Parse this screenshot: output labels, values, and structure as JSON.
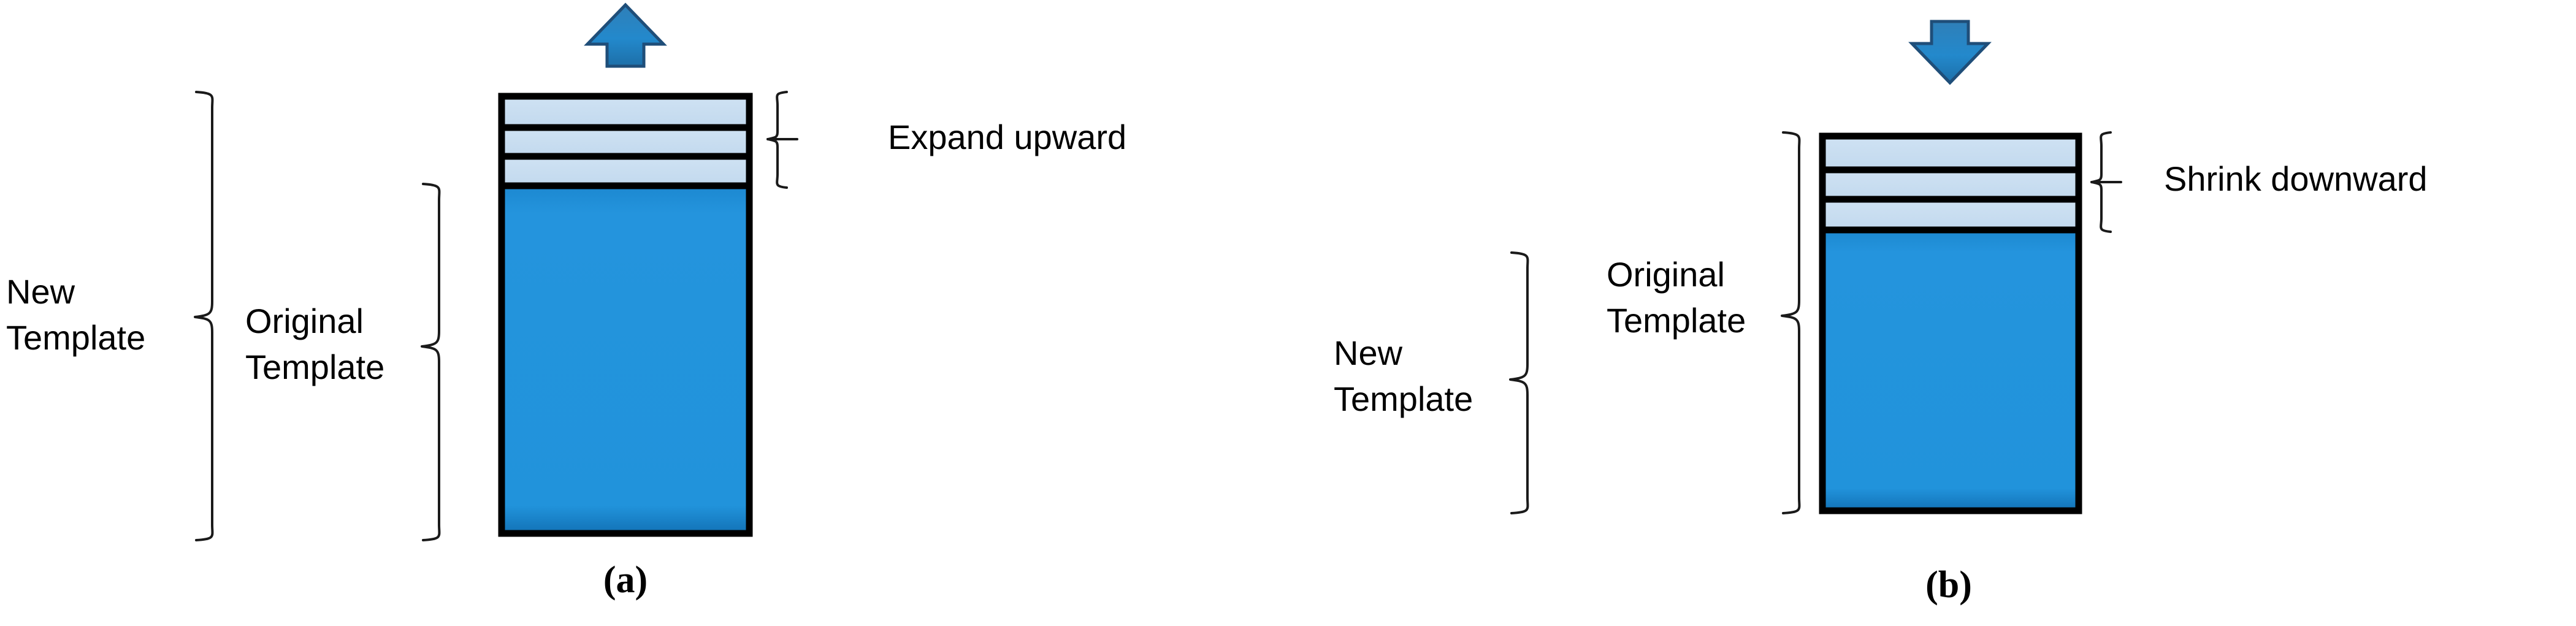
{
  "figure": {
    "title": "Template expansion and shrinking diagram",
    "background_color": "#ffffff"
  },
  "colors": {
    "stripe_fill": "#c5dcf0",
    "stripe_fill_light": "#cfe2f3",
    "body_fill": "#1f8fd8",
    "body_fill_dark": "#1178bd",
    "outline": "#000000",
    "arrow_fill": "#2a7fc1",
    "arrow_stroke": "#1f4e79",
    "brace_stroke": "#1a1a1a",
    "text": "#000000"
  },
  "panels": [
    {
      "id": "a",
      "caption": "(a)",
      "direction": "up",
      "arrow_icon": "arrow-up-icon",
      "stripe_count": 3,
      "annotation": {
        "label": "Expand upward",
        "brace_side": "right"
      },
      "braces": [
        {
          "label_line1": "New",
          "label_line2": "Template",
          "name": "new-template"
        },
        {
          "label_line1": "Original",
          "label_line2": "Template",
          "name": "original-template"
        }
      ]
    },
    {
      "id": "b",
      "caption": "(b)",
      "direction": "down",
      "arrow_icon": "arrow-down-icon",
      "stripe_count": 3,
      "annotation": {
        "label": "Shrink downward",
        "brace_side": "right"
      },
      "braces": [
        {
          "label_line1": "New",
          "label_line2": "Template",
          "name": "new-template"
        },
        {
          "label_line1": "Original",
          "label_line2": "Template",
          "name": "original-template"
        }
      ]
    }
  ],
  "labels": {
    "expand_upward": "Expand upward",
    "shrink_downward": "Shrink downward",
    "new_line1": "New",
    "new_line2": "Template",
    "original_line1": "Original",
    "original_line2": "Template",
    "caption_a": "(a)",
    "caption_b": "(b)"
  }
}
